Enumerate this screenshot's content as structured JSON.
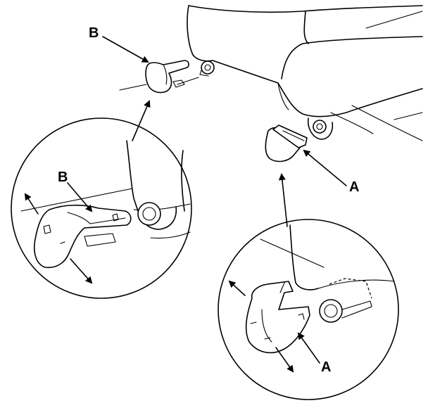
{
  "labels": {
    "cover_b_main": "B",
    "cover_a_main": "A",
    "cover_b_detail": "B",
    "cover_a_detail": "A"
  },
  "colors": {
    "line": "#000000",
    "background": "#ffffff"
  }
}
